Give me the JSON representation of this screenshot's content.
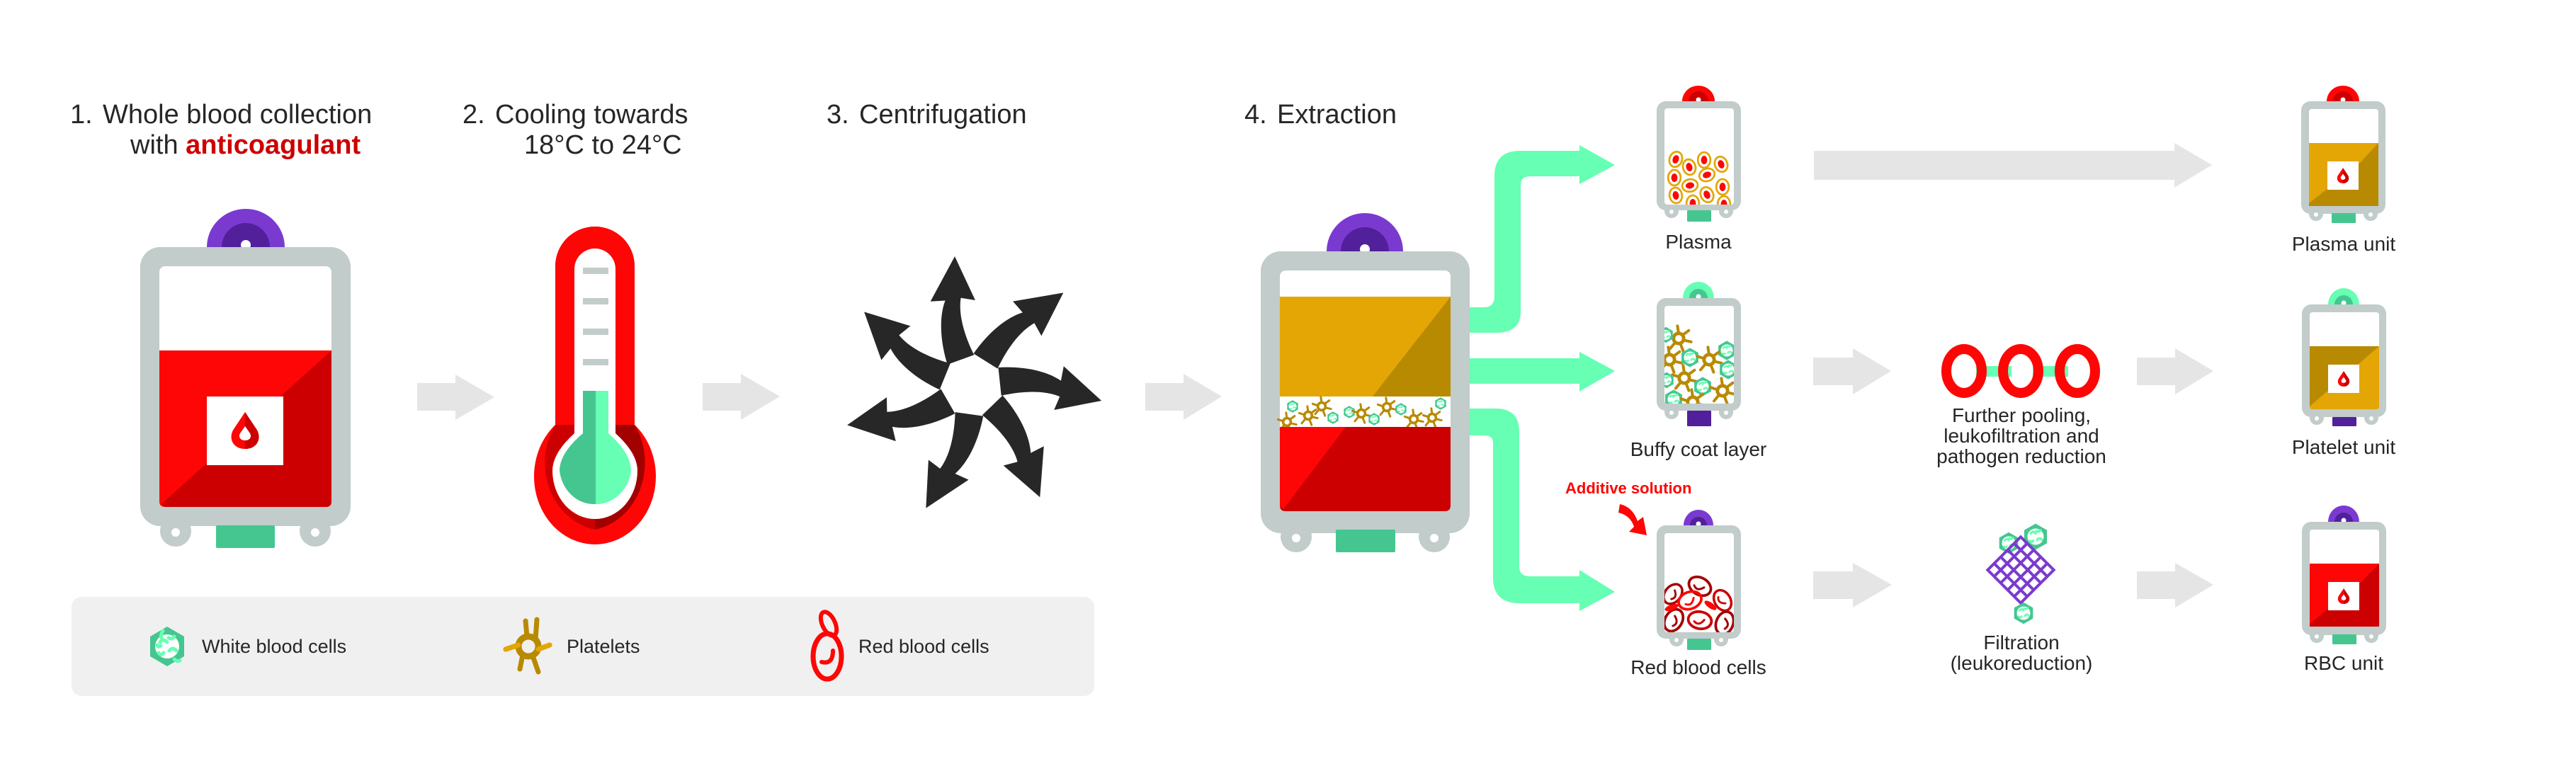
{
  "steps": [
    {
      "number": "1.",
      "title": "Whole blood collection",
      "subtitle_prefix": "with ",
      "subtitle_highlight": "anticoagulant"
    },
    {
      "number": "2.",
      "title": "Cooling towards",
      "subtitle": "18°C to 24°C"
    },
    {
      "number": "3.",
      "title": "Centrifugation"
    },
    {
      "number": "4.",
      "title": "Extraction"
    }
  ],
  "components": {
    "plasma": "Plasma",
    "buffy_coat": "Buffy coat layer",
    "red_cells": "Red blood cells",
    "additive": "Additive solution"
  },
  "processing": {
    "pooling_lines": [
      "Further pooling,",
      "leukofiltration and",
      "pathogen reduction"
    ],
    "filtration_lines": [
      "Filtration",
      "(leukoreduction)"
    ]
  },
  "products": {
    "plasma_unit": "Plasma unit",
    "platelet_unit": "Platelet unit",
    "rbc_unit": "RBC unit"
  },
  "legend": [
    {
      "icon": "white-blood-cell-icon",
      "label": "White blood cells"
    },
    {
      "icon": "platelet-icon",
      "label": "Platelets"
    },
    {
      "icon": "red-blood-cell-icon",
      "label": "Red blood cells"
    }
  ],
  "colors": {
    "bag_frame": "#c1cccb",
    "blood_light": "#ff0606",
    "blood_dark": "#cc0000",
    "plasma_light": "#e3a604",
    "plasma_dark": "#b88a02",
    "port_purple": "#7a3ad0",
    "port_purple_dark": "#52209a",
    "port_green": "#45c690",
    "flow_green": "#66ffb3",
    "arrow_gray": "#e5e5e5",
    "centrifuge_dark": "#272727",
    "accent_red_text": "#cc0000"
  }
}
